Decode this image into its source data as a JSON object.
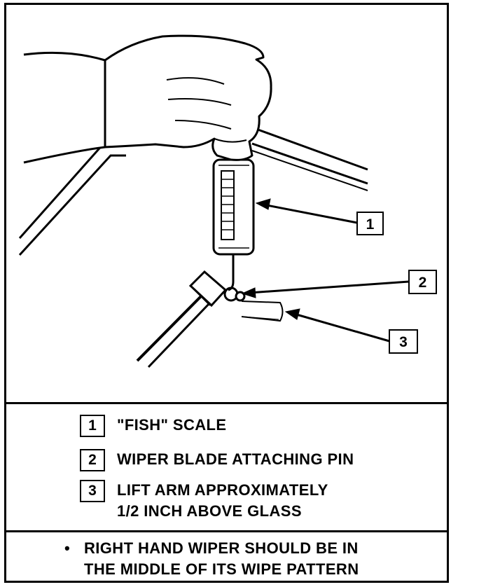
{
  "callouts": [
    {
      "number": "1"
    },
    {
      "number": "2"
    },
    {
      "number": "3"
    }
  ],
  "legend": [
    {
      "number": "1",
      "text": "\"FISH\" SCALE"
    },
    {
      "number": "2",
      "text": "WIPER BLADE ATTACHING PIN"
    },
    {
      "number": "3",
      "text": "LIFT ARM APPROXIMATELY\n1/2 INCH ABOVE GLASS"
    }
  ],
  "note": {
    "bullet": "•",
    "text": "RIGHT HAND WIPER SHOULD BE IN\nTHE MIDDLE OF ITS WIPE PATTERN"
  }
}
